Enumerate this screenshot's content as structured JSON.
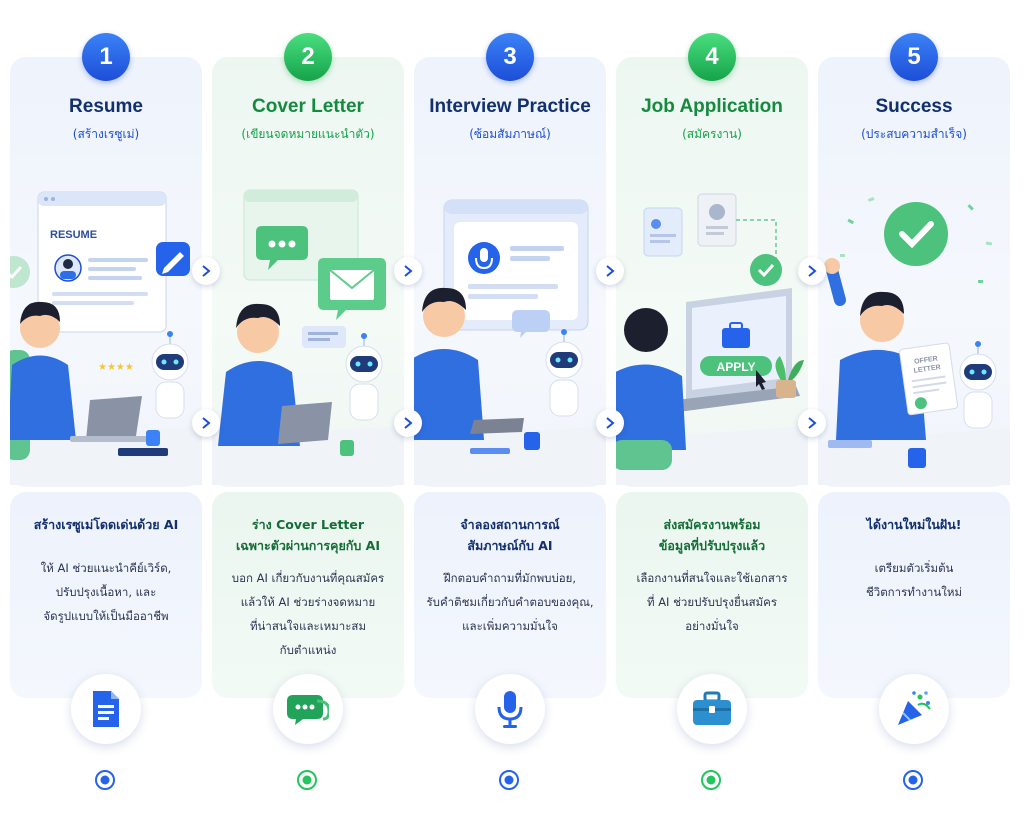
{
  "steps": [
    {
      "number": "1",
      "title": "Resume",
      "subtitle": "(สร้างเรซูเม่)",
      "heading": [
        "สร้างเรซูเม่โดดเด่นด้วย AI"
      ],
      "body": [
        "ให้ AI ช่วยแนะนำคีย์เวิร์ด,",
        "ปรับปรุงเนื้อหา, และ",
        "จัดรูปแบบให้เป็นมืออาชีพ"
      ],
      "screen_label": "RESUME",
      "icon": "document-icon",
      "accent": "#1d4ed8"
    },
    {
      "number": "2",
      "title": "Cover Letter",
      "subtitle": "(เขียนจดหมายแนะนำตัว)",
      "heading": [
        "ร่าง Cover Letter",
        "เฉพาะตัวผ่านการคุยกับ AI"
      ],
      "body": [
        "บอก AI เกี่ยวกับงานที่คุณสมัคร",
        "แล้วให้ AI ช่วยร่างจดหมาย",
        "ที่น่าสนใจและเหมาะสม",
        "กับตำแหน่ง"
      ],
      "icon": "chat-bubbles-icon",
      "accent": "#16a34a"
    },
    {
      "number": "3",
      "title": "Interview Practice",
      "subtitle": "(ซ้อมสัมภาษณ์)",
      "heading": [
        "จำลองสถานการณ์",
        "สัมภาษณ์กับ AI"
      ],
      "body": [
        "ฝึกตอบคำถามที่มักพบบ่อย,",
        "รับคำติชมเกี่ยวกับคำตอบของคุณ,",
        "และเพิ่มความมั่นใจ"
      ],
      "icon": "microphone-icon",
      "accent": "#1d4ed8"
    },
    {
      "number": "4",
      "title": "Job Application",
      "subtitle": "(สมัครงาน)",
      "heading": [
        "ส่งสมัครงานพร้อม",
        "ข้อมูลที่ปรับปรุงแล้ว"
      ],
      "body": [
        "เลือกงานที่สนใจและใช้เอกสาร",
        "ที่ AI ช่วยปรับปรุงยื่นสมัคร",
        "อย่างมั่นใจ"
      ],
      "apply_label": "APPLY",
      "icon": "briefcase-icon",
      "accent": "#16a34a"
    },
    {
      "number": "5",
      "title": "Success",
      "subtitle": "(ประสบความสำเร็จ)",
      "heading": [
        "ได้งานใหม่ในฝัน!"
      ],
      "body": [
        "เตรียมตัวเริ่มต้น",
        "ชีวิตการทำงานใหม่"
      ],
      "offer_label": [
        "OFFER",
        "LETTER"
      ],
      "icon": "party-popper-icon",
      "accent": "#1d4ed8"
    }
  ],
  "colors": {
    "blue": "#1d4ed8",
    "green": "#16a34a",
    "navy": "#12306e",
    "card_bg": "#eef3fc"
  }
}
